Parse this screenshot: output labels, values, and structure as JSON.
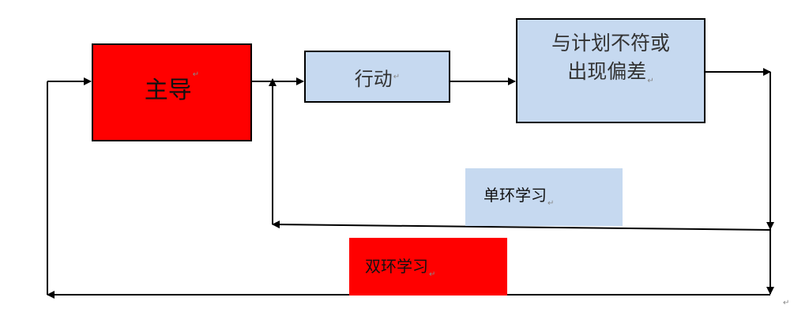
{
  "colors": {
    "red": "#ff0000",
    "light_blue": "#c6d9f0",
    "line": "#000000"
  },
  "nodes": {
    "leading": {
      "label": "主导"
    },
    "action": {
      "label": "行动"
    },
    "deviation": {
      "label_line1": "与计划不符或",
      "label_line2": "出现偏差"
    }
  },
  "loops": {
    "single": {
      "label": "单环学习"
    },
    "double": {
      "label": "双环学习"
    }
  },
  "paragraph_mark": "↵"
}
